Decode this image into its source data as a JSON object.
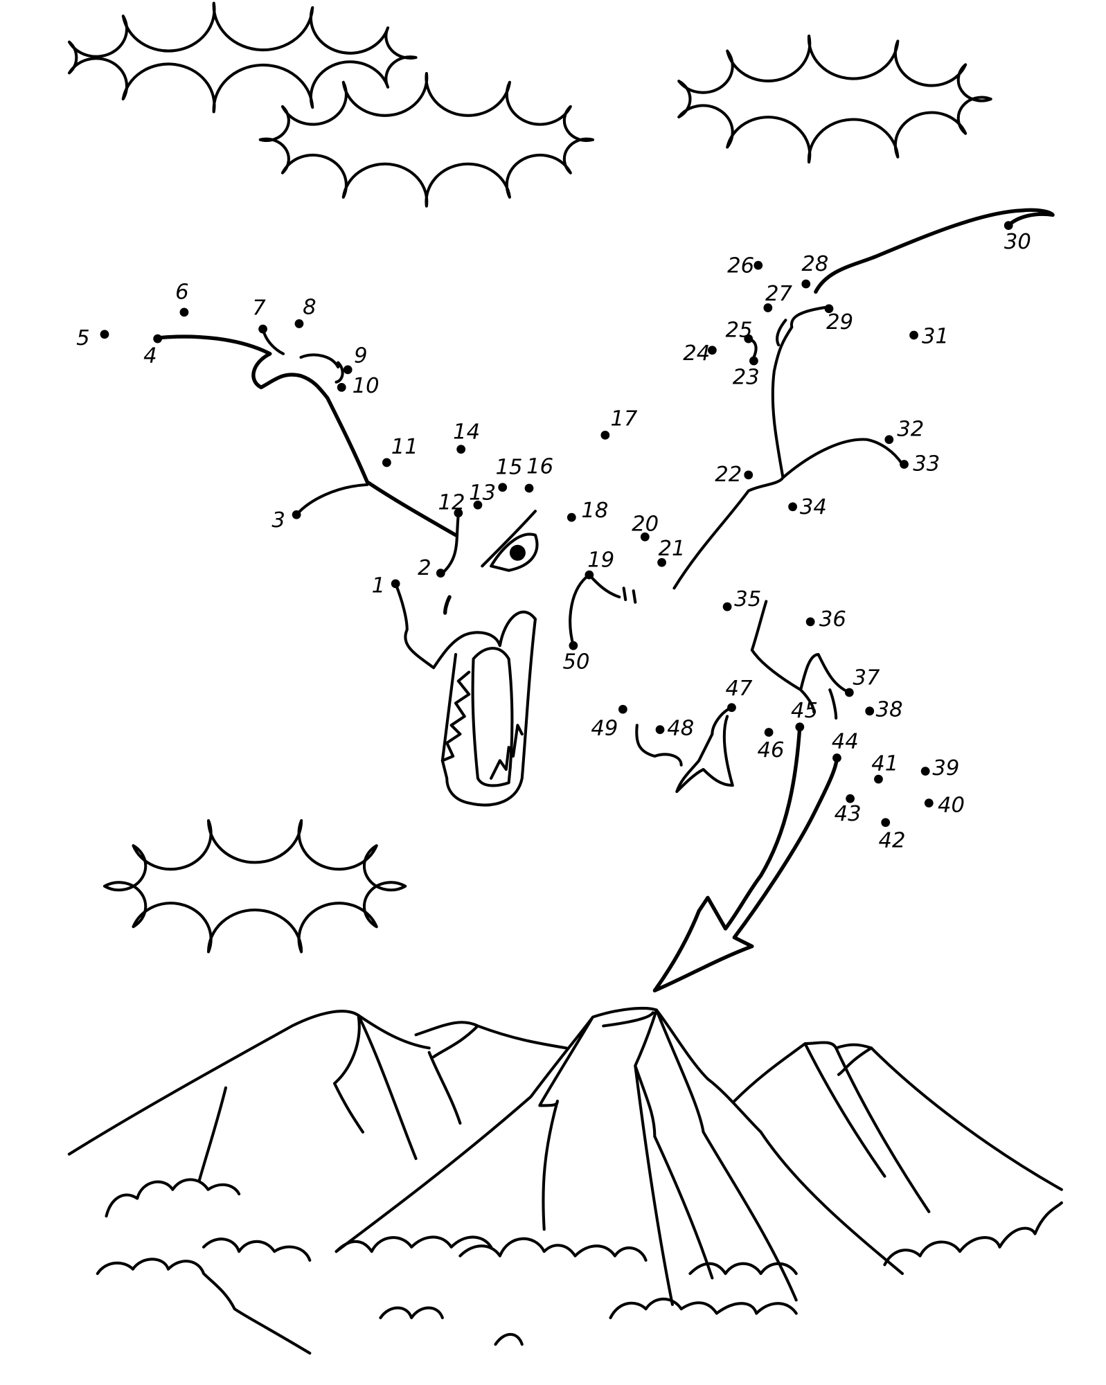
{
  "worksheet": {
    "type": "dot-to-dot coloring page",
    "colors": {
      "ink": "#000000",
      "paper": "#ffffff"
    },
    "dot_labels": [
      "1",
      "2",
      "3",
      "4",
      "5",
      "6",
      "7",
      "8",
      "9",
      "10",
      "11",
      "12",
      "13",
      "14",
      "15",
      "16",
      "17",
      "18",
      "19",
      "20",
      "21",
      "22",
      "23",
      "24",
      "25",
      "26",
      "27",
      "28",
      "29",
      "30",
      "31",
      "32",
      "33",
      "34",
      "35",
      "36",
      "37",
      "38",
      "39",
      "40",
      "41",
      "42",
      "43",
      "44",
      "45",
      "46",
      "47",
      "48",
      "49",
      "50"
    ]
  }
}
